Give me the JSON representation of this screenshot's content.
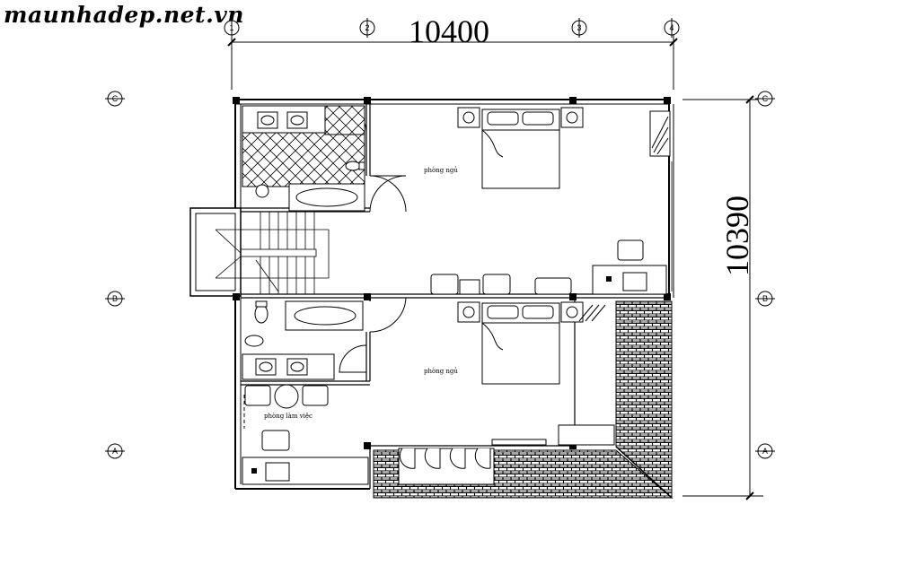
{
  "watermark": "maunhadep.net.vn",
  "dimensions": {
    "width": "10400",
    "height": "10390"
  },
  "grid": {
    "columns": [
      "1",
      "2",
      "3",
      "4"
    ],
    "rows_left": [
      "C",
      "B",
      "A"
    ],
    "rows_right": [
      "C",
      "B",
      "A"
    ]
  },
  "rooms": {
    "bedroom_top": "phòng ngủ",
    "bedroom_bottom": "phòng ngủ",
    "study": "phòng làm việc"
  },
  "colors": {
    "line": "#000000",
    "background": "#ffffff"
  }
}
